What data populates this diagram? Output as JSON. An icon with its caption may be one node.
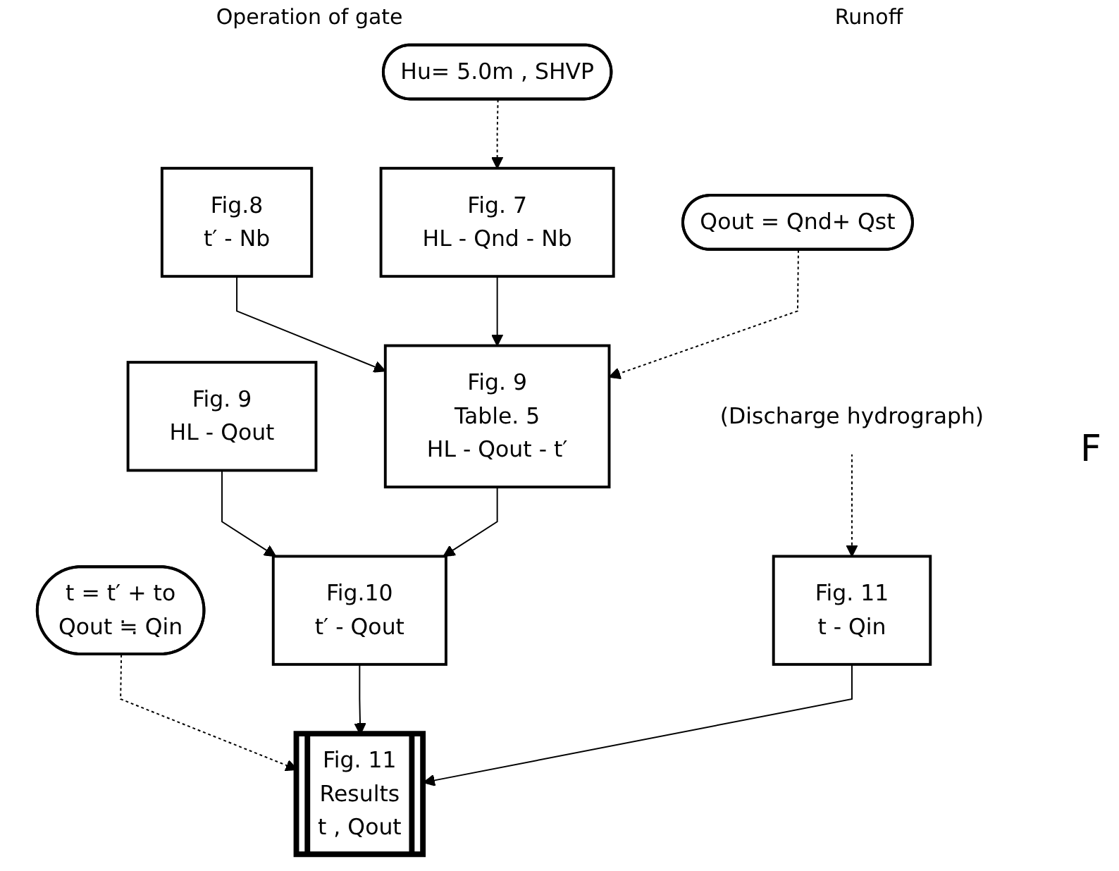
{
  "diagram": {
    "nodes": [
      {
        "text": [
          "Hu= 5.0m , SHVP"
        ]
      },
      {
        "text": [
          "(Discharge hydrograph)"
        ]
      },
      {
        "text": [
          "Fig.8",
          "t′ - Nb"
        ]
      },
      {
        "text": [
          "Fig. 7",
          "HL - Qnd - Nb"
        ]
      },
      {
        "text": [
          "Qout = Qnd+ Qst"
        ]
      },
      {
        "text": [
          "Fig. 9",
          "HL - Qout"
        ]
      },
      {
        "text": [
          "Fig. 9",
          "Table. 5",
          "HL - Qout - t′"
        ]
      },
      {
        "text": [
          "t = t′ + to",
          "Qout ≒ Qin"
        ]
      },
      {
        "text": [
          "Fig.10",
          "t′ - Qout"
        ]
      },
      {
        "text": [
          "Fig. 11",
          "t - Qin"
        ]
      },
      {
        "text": [
          "Fig. 11",
          "Results",
          "t , Qout"
        ]
      }
    ],
    "edges": [
      {
        "from": 0,
        "to": 3,
        "arrow": "to",
        "style": "dashed"
      },
      {
        "from": 2,
        "to": 6,
        "arrow": "to"
      },
      {
        "from": 3,
        "to": 6,
        "arrow": "to"
      },
      {
        "from": 4,
        "to": 6,
        "arrow": "to",
        "style": "dashed"
      },
      {
        "from": 1,
        "to": 9,
        "arrow": "to",
        "style": "dashed"
      },
      {
        "from": 5,
        "to": 8,
        "arrow": "to"
      },
      {
        "from": 6,
        "to": 8,
        "arrow": "to"
      },
      {
        "from": 7,
        "to": 10,
        "arrow": "to",
        "style": "dashed"
      },
      {
        "from": 8,
        "to": 10,
        "arrow": "to"
      },
      {
        "from": 9,
        "to": 10,
        "arrow": "to"
      }
    ],
    "labels": [
      "Operation of gate",
      "Runoff",
      "F"
    ]
  }
}
